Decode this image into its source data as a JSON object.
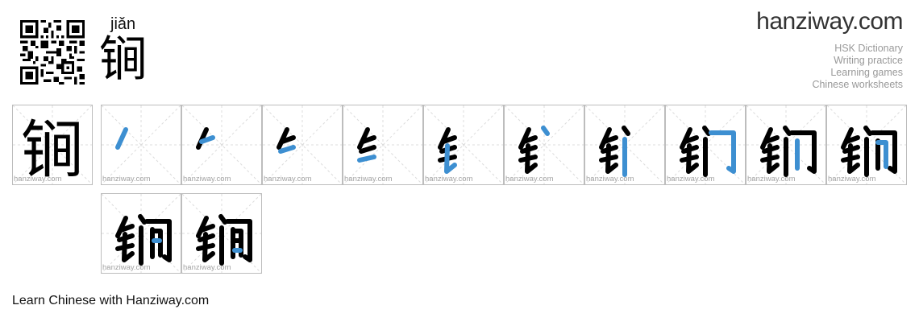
{
  "header": {
    "pinyin": "jiǎn",
    "character": "锏"
  },
  "brand": {
    "logo_main": "hanziway",
    "logo_domain": ".com",
    "links": [
      "HSK Dictionary",
      "Writing practice",
      "Learning games",
      "Chinese worksheets"
    ]
  },
  "grid": {
    "watermark": "hanziway.com",
    "full_character": "锏",
    "stroke_count": 12,
    "highlight_color": "#3d8fd1"
  },
  "footer": {
    "text": "Learn Chinese with Hanziway.com"
  }
}
